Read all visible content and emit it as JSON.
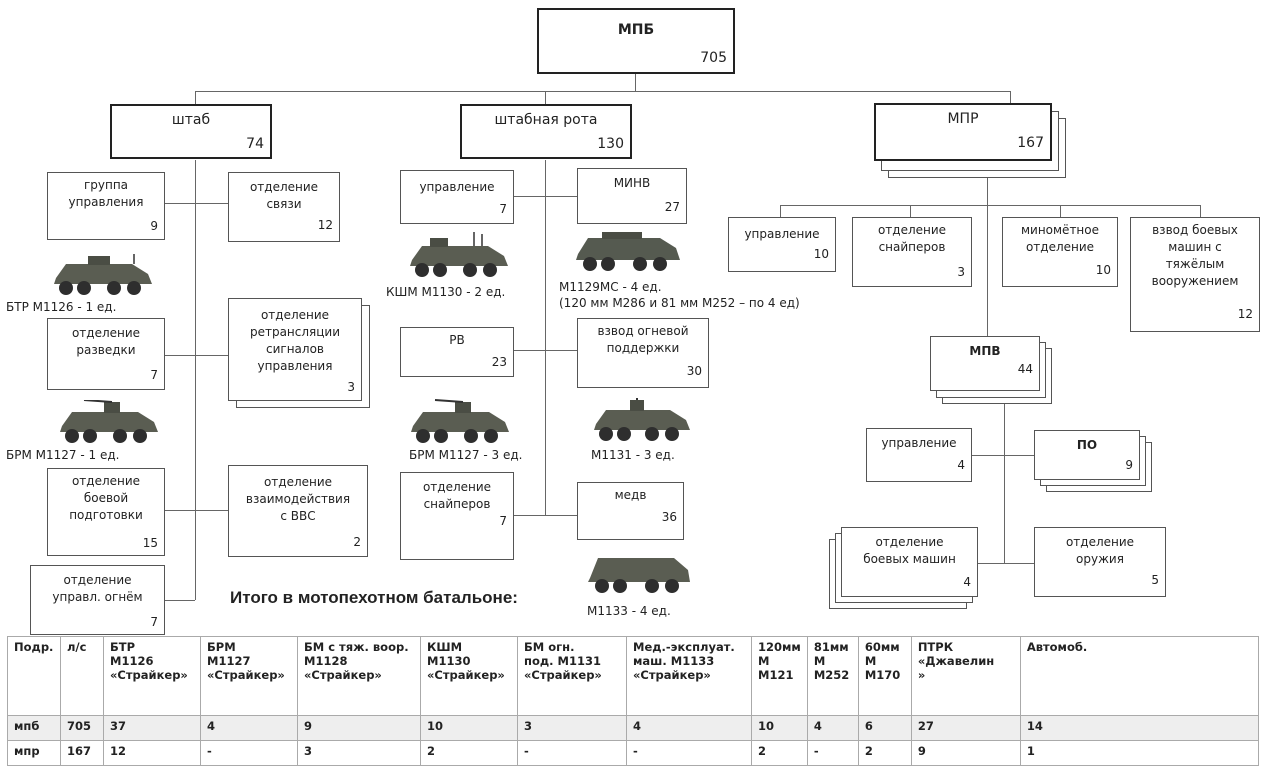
{
  "org": {
    "mpb": {
      "name": "МПБ",
      "count": "705"
    },
    "shtab": {
      "name": "штаб",
      "count": "74"
    },
    "shtab_rota": {
      "name": "штабная рота",
      "count": "130"
    },
    "mpr": {
      "name": "МПР",
      "count": "167"
    },
    "gr_upr": {
      "name": "группа\nуправления",
      "count": "9"
    },
    "otd_svyazi": {
      "name": "отделение\nсвязи",
      "count": "12"
    },
    "otd_razv": {
      "name": "отделение\nразведки",
      "count": "7"
    },
    "otd_retr": {
      "name": "отделение\nретрансляции\nсигналов\nуправления",
      "count": "3"
    },
    "otd_bp": {
      "name": "отделение\nбоевой\nподготовки",
      "count": "15"
    },
    "otd_vvs": {
      "name": "отделение\nвзаимодействия\nс ВВС",
      "count": "2"
    },
    "otd_ogn": {
      "name": "отделение\nуправл. огнём",
      "count": "7"
    },
    "sr_upr": {
      "name": "управление",
      "count": "7"
    },
    "minv": {
      "name": "МИНВ",
      "count": "27"
    },
    "rv": {
      "name": "РВ",
      "count": "23"
    },
    "vzv_ogn": {
      "name": "взвод огневой\nподдержки",
      "count": "30"
    },
    "sr_snip": {
      "name": "отделение\nснайперов",
      "count": "7"
    },
    "medv": {
      "name": "медв",
      "count": "36"
    },
    "mpr_upr": {
      "name": "управление",
      "count": "10"
    },
    "mpr_snip": {
      "name": "отделение\nснайперов",
      "count": "3"
    },
    "mpr_min": {
      "name": "миномётное\nотделение",
      "count": "10"
    },
    "mpr_vzv": {
      "name": "взвод боевых\nмашин с\nтяжёлым\nвооружением",
      "count": "12"
    },
    "mpv": {
      "name": "МПВ",
      "count": "44"
    },
    "mpv_upr": {
      "name": "управление",
      "count": "4"
    },
    "po": {
      "name": "ПО",
      "count": "9"
    },
    "otd_bm": {
      "name": "отделение\nбоевых машин",
      "count": "4"
    },
    "otd_or": {
      "name": "отделение\nоружия",
      "count": "5"
    }
  },
  "captions": {
    "btr": "БТР М1126 - 1 ед.",
    "brm1": "БРМ М1127 - 1 ед.",
    "kshm": "КШМ М1130 - 2 ед.",
    "m1129": "М1129МС - 4 ед.",
    "m1129_note": "(120 мм М286 и 81 мм М252 – по 4 ед)",
    "brm3": "БРМ М1127 - 3 ед.",
    "m1131": "М1131 - 3 ед.",
    "m1133": "М1133 - 4 ед."
  },
  "total_title": "Итого в мотопехотном батальоне:",
  "table": {
    "headers": [
      "Подр.",
      "л/с",
      "БТР\nМ1126\n«Страйкер»",
      "БРМ\nМ1127\n«Страйкер»",
      "БМ с тяж. воор.\nМ1128\n«Страйкер»",
      "КШМ\nМ1130\n«Страйкер»",
      "БМ огн.\nпод. М1131\n«Страйкер»",
      "Мед.-эксплуат.\nмаш. М1133\n«Страйкер»",
      "120мм\nМ\nМ121",
      "81мм\nМ\nМ252",
      "60мм\nМ\nМ170",
      "ПТРК\n«Джавелин\n»",
      "Автомоб."
    ],
    "rows": [
      [
        "мпб",
        "705",
        "37",
        "4",
        "9",
        "10",
        "3",
        "4",
        "10",
        "4",
        "6",
        "27",
        "14"
      ],
      [
        "мпр",
        "167",
        "12",
        "-",
        "3",
        "2",
        "-",
        "-",
        "2",
        "-",
        "2",
        "9",
        "1"
      ]
    ]
  },
  "colors": {
    "line": "#666666",
    "vehicle": "#555a50",
    "row_highlight": "#eeeeee"
  }
}
